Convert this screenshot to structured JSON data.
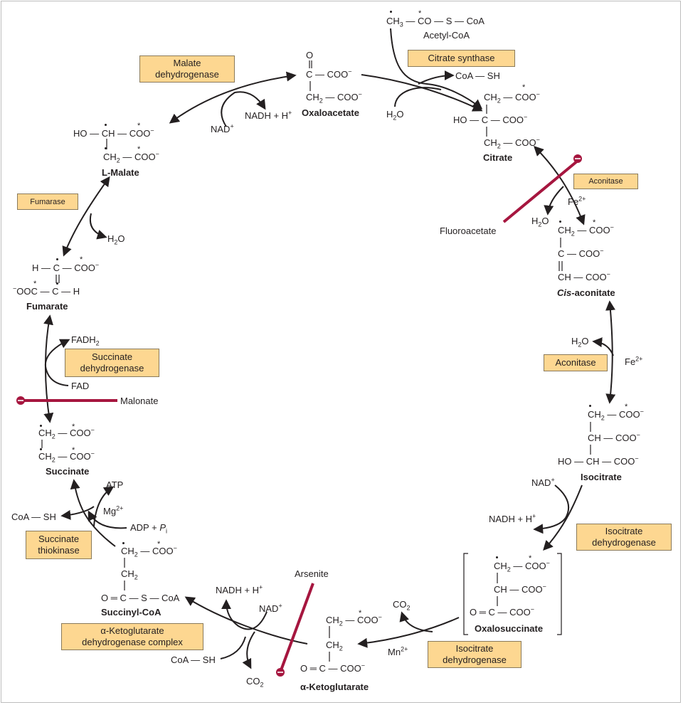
{
  "metabolites": {
    "acetyl_coa": {
      "name": "Acetyl-CoA",
      "formula": "CH3 — CO — S — CoA"
    },
    "oxaloacetate": {
      "name": "Oxaloacetate"
    },
    "citrate": {
      "name": "Citrate"
    },
    "cis_aconitate": {
      "name_italic": "Cis",
      "name_rest": "-aconitate"
    },
    "isocitrate": {
      "name": "Isocitrate"
    },
    "oxalosuccinate": {
      "name": "Oxalosuccinate"
    },
    "alpha_ketoglutarate": {
      "name": "α-Ketoglutarate"
    },
    "succinyl_coa": {
      "name": "Succinyl-CoA"
    },
    "succinate": {
      "name": "Succinate"
    },
    "fumarate": {
      "name": "Fumarate"
    },
    "l_malate": {
      "name": "L-Malate"
    }
  },
  "enzymes": {
    "citrate_synthase": "Citrate synthase",
    "aconitase_1": "Aconitase",
    "aconitase_2": "Aconitase",
    "isocitrate_dh_1": "Isocitrate dehydrogenase",
    "isocitrate_dh_2": "Isocitrate dehydrogenase",
    "akg_dh_complex": "α-Ketoglutarate dehydrogenase complex",
    "succinate_thiokinase": "Succinate thiokinase",
    "succinate_dh": "Succinate dehydrogenase",
    "fumarase": "Fumarase",
    "malate_dh": "Malate dehydrogenase"
  },
  "inhibitors": {
    "fluoroacetate": "Fluoroacetate",
    "arsenite": "Arsenite",
    "malonate": "Malonate"
  },
  "cofactors": {
    "coa_sh": "CoA — SH",
    "h2o": "H2O",
    "fe2": "Fe2+",
    "nad": "NAD+",
    "nadh": "NADH + H+",
    "co2": "CO2",
    "mn2": "Mn2+",
    "atp": "ATP",
    "mg2": "Mg2+",
    "adp_pi": "ADP + Pi",
    "fadh2": "FADH2",
    "fad": "FAD"
  },
  "colors": {
    "enzyme_fill": "#fdd791",
    "inhibitor_bar": "#a6163f",
    "arrow": "#231f20"
  }
}
